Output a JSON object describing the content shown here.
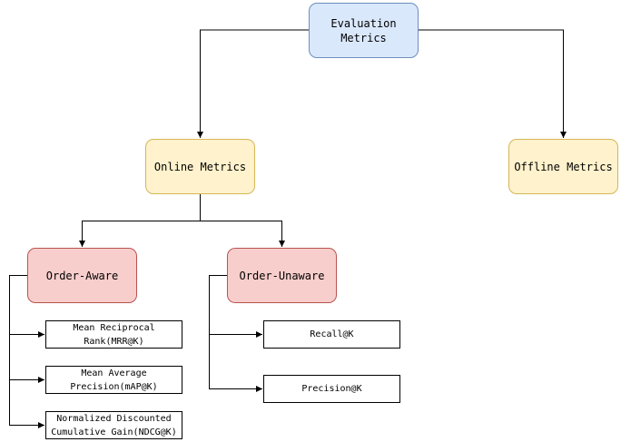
{
  "diagram": {
    "root": {
      "label": "Evaluation\nMetrics",
      "color": "#dae8fc",
      "border": "#6c8ebf"
    },
    "online": {
      "label": "Online Metrics",
      "color": "#fff2cc",
      "border": "#d6b656"
    },
    "offline": {
      "label": "Offline Metrics",
      "color": "#fff2cc",
      "border": "#d6b656"
    },
    "order_aware": {
      "label": "Order-Aware",
      "color": "#f8cecc",
      "border": "#b85450",
      "children": [
        "Mean Reciprocal\nRank(MRR@K)",
        "Mean Average\nPrecision(mAP@K)",
        "Normalized Discounted\nCumulative Gain(NDCG@K)"
      ]
    },
    "order_unaware": {
      "label": "Order-Unaware",
      "color": "#f8cecc",
      "border": "#b85450",
      "children": [
        "Recall@K",
        "Precision@K"
      ]
    }
  }
}
